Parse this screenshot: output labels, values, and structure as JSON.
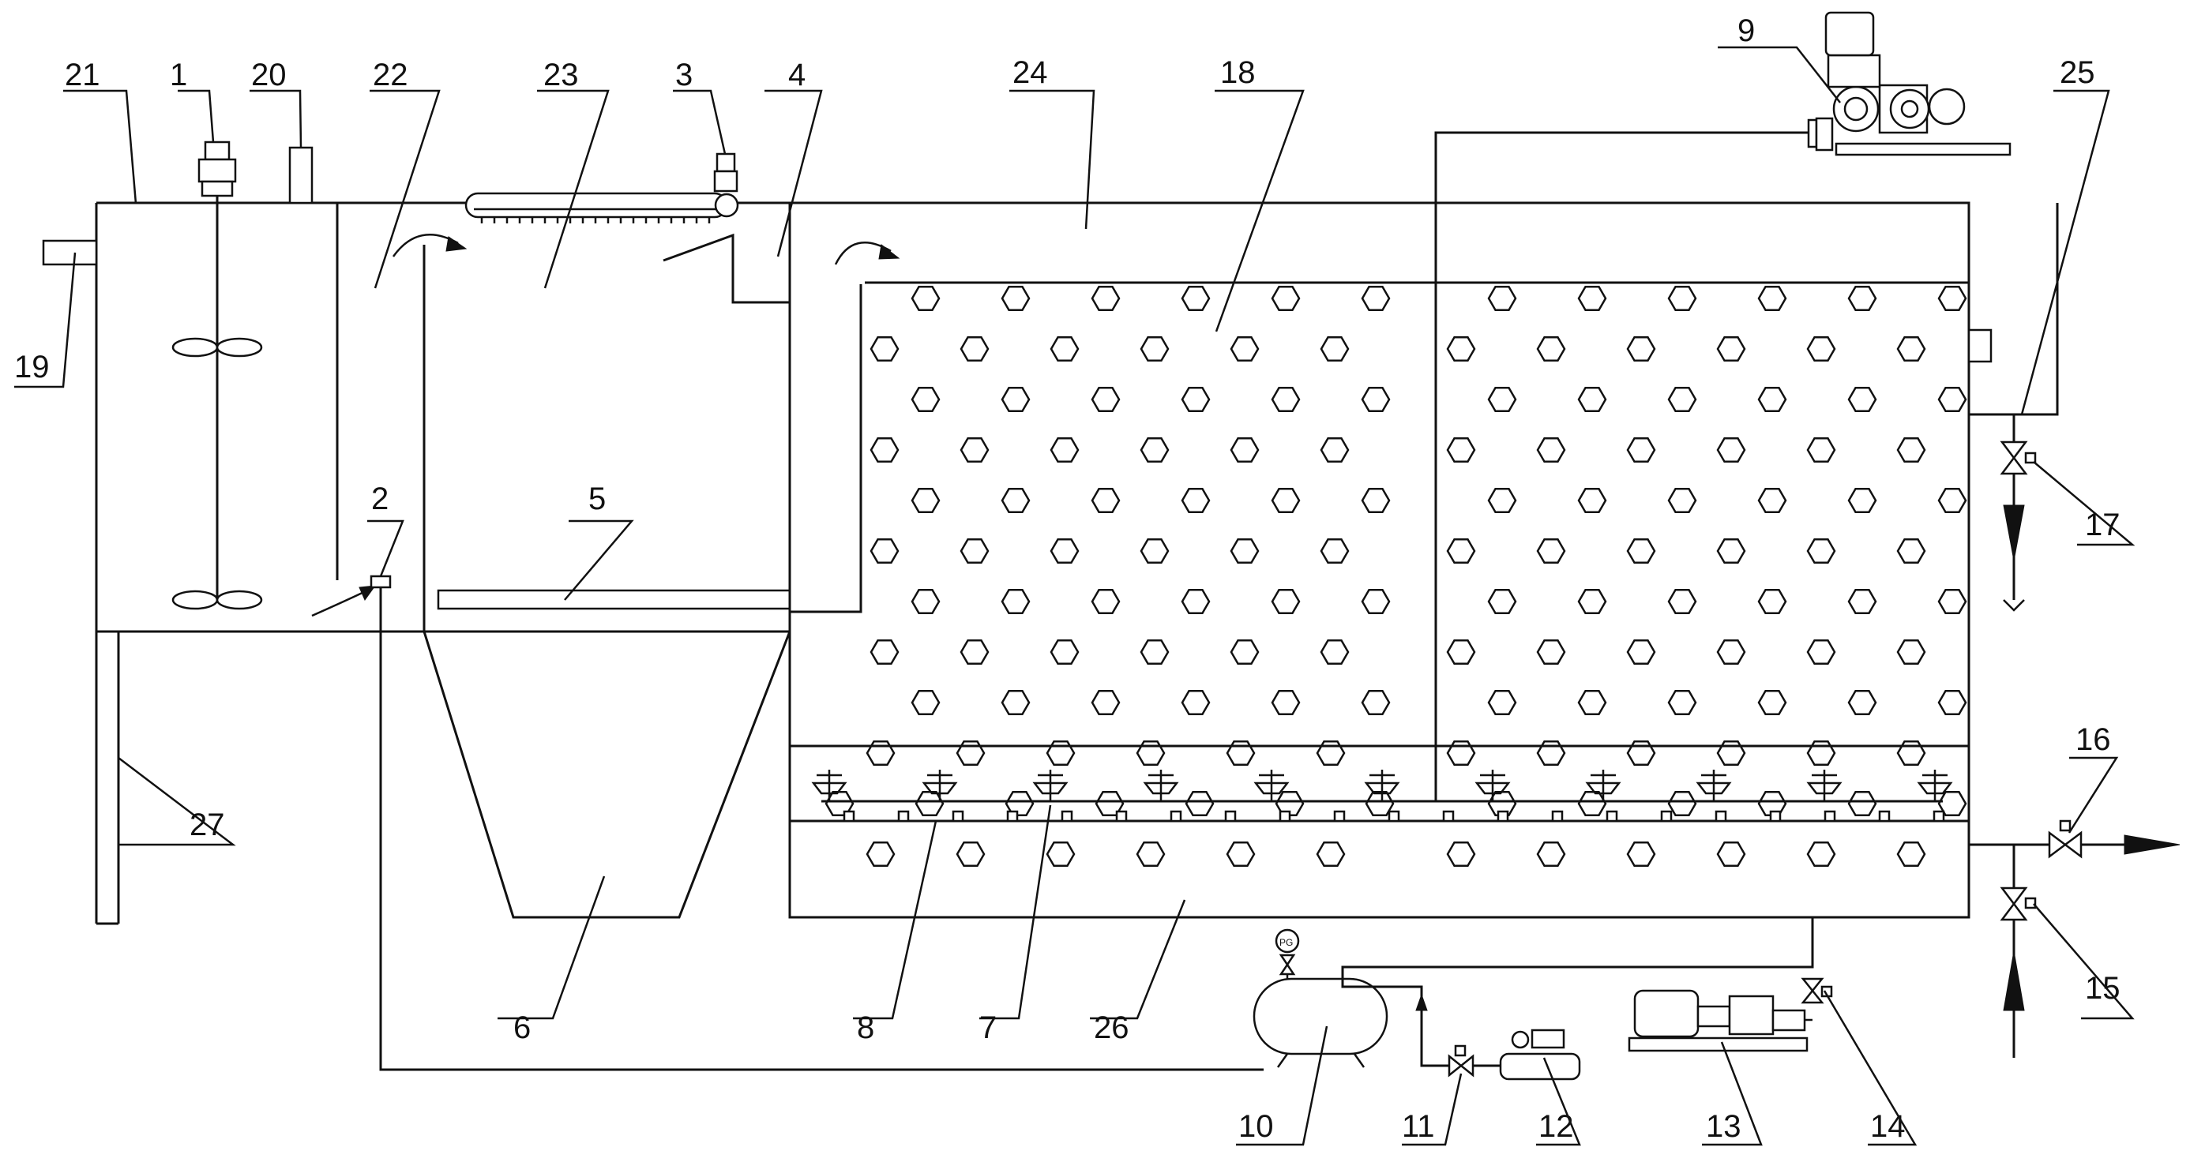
{
  "labels": {
    "l1": "1",
    "l2": "2",
    "l3": "3",
    "l4": "4",
    "l5": "5",
    "l6": "6",
    "l7": "7",
    "l8": "8",
    "l9": "9",
    "l10": "10",
    "l11": "11",
    "l12": "12",
    "l13": "13",
    "l14": "14",
    "l15": "15",
    "l16": "16",
    "l17": "17",
    "l18": "18",
    "l19": "19",
    "l20": "20",
    "l21": "21",
    "l22": "22",
    "l23": "23",
    "l24": "24",
    "l25": "25",
    "l26": "26",
    "l27": "27"
  },
  "gauge": {
    "text": "PG"
  },
  "packing": {
    "shape": "hexagon-icon"
  }
}
